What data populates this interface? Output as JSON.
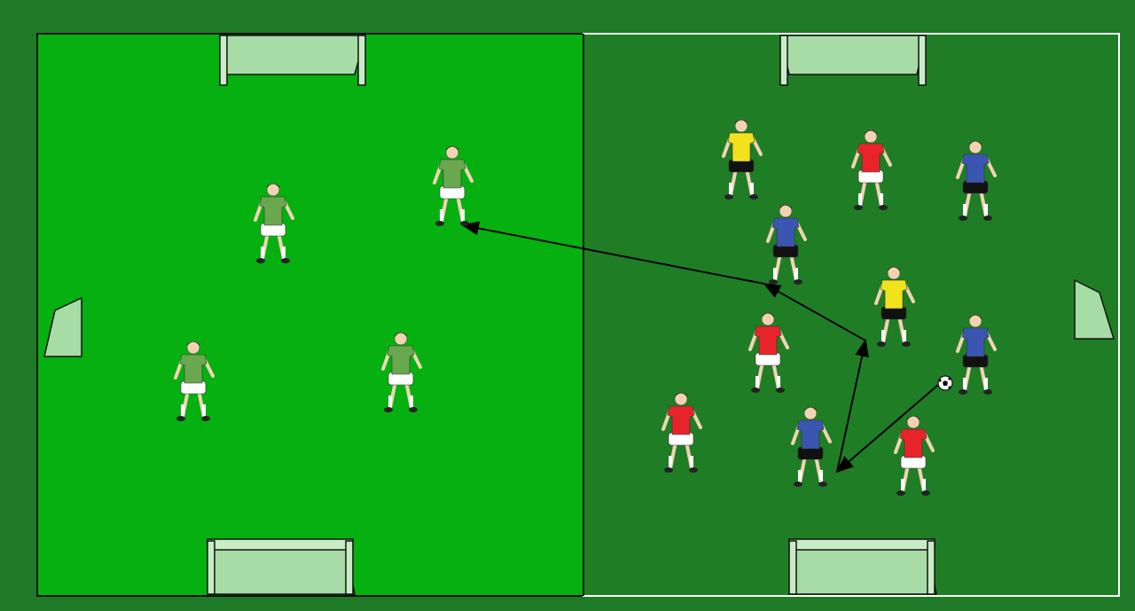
{
  "colors": {
    "background": "#1e7a26",
    "zone_left": "#05b010",
    "zone_right": "#1f7e25",
    "zone_right_line": "#ffffff",
    "zone_left_line": "#111111",
    "goal_fill": "#a8dca6",
    "arrow": "#000000"
  },
  "teams": {
    "green": {
      "shirt": "#6aa84f",
      "shorts": "#ffffff"
    },
    "red": {
      "shirt": "#e8242b",
      "shorts": "#ffffff"
    },
    "blue": {
      "shirt": "#3a56b0",
      "shorts": "#111111"
    },
    "yellow": {
      "shirt": "#f2e21c",
      "shorts": "#111111"
    }
  },
  "zones": [
    {
      "name": "left-zone",
      "players": [
        "green",
        "green",
        "green",
        "green"
      ]
    },
    {
      "name": "right-zone",
      "players": [
        "yellow",
        "red",
        "blue",
        "blue",
        "yellow",
        "red",
        "blue",
        "red",
        "blue",
        "red"
      ]
    }
  ],
  "goals": {
    "left_zone": [
      "top-goal",
      "bottom-goal",
      "side-goal-left"
    ],
    "right_zone": [
      "top-goal",
      "bottom-goal",
      "side-goal-right"
    ]
  },
  "ball": {
    "icon": "soccer-ball-icon"
  },
  "passing_sequence": [
    "blue-ball-carrier",
    "blue-bottom-center",
    "yellow-center",
    "blue-center-left",
    "green-top-right"
  ]
}
